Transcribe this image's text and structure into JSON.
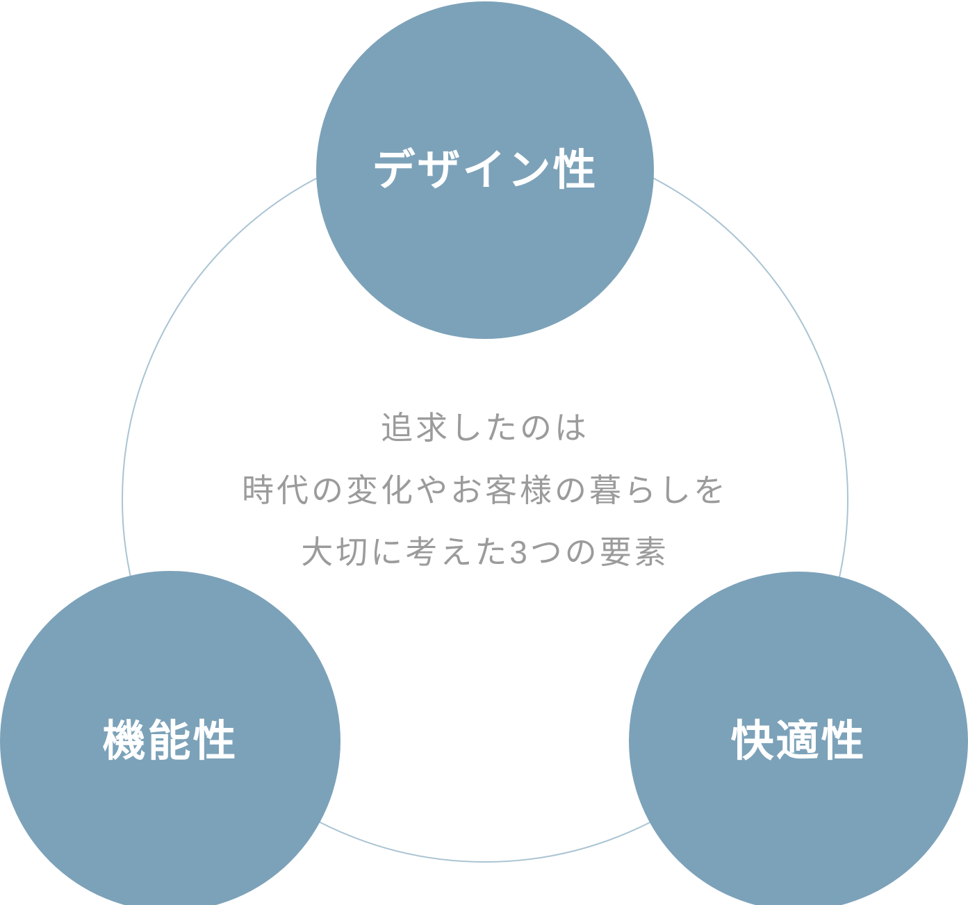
{
  "diagram": {
    "colors": {
      "background": "#ffffff",
      "circle_fill": "#7ca2b9",
      "ring_stroke": "#aac4d3",
      "node_label": "#ffffff",
      "caption_text": "#9b9b9b"
    },
    "nodes": [
      {
        "id": "design",
        "label": "デザイン性"
      },
      {
        "id": "functionality",
        "label": "機能性"
      },
      {
        "id": "comfort",
        "label": "快適性"
      }
    ],
    "caption": {
      "line1": "追求したのは",
      "line2": "時代の変化やお客様の暮らしを",
      "line3": "大切に考えた3つの要素"
    }
  }
}
